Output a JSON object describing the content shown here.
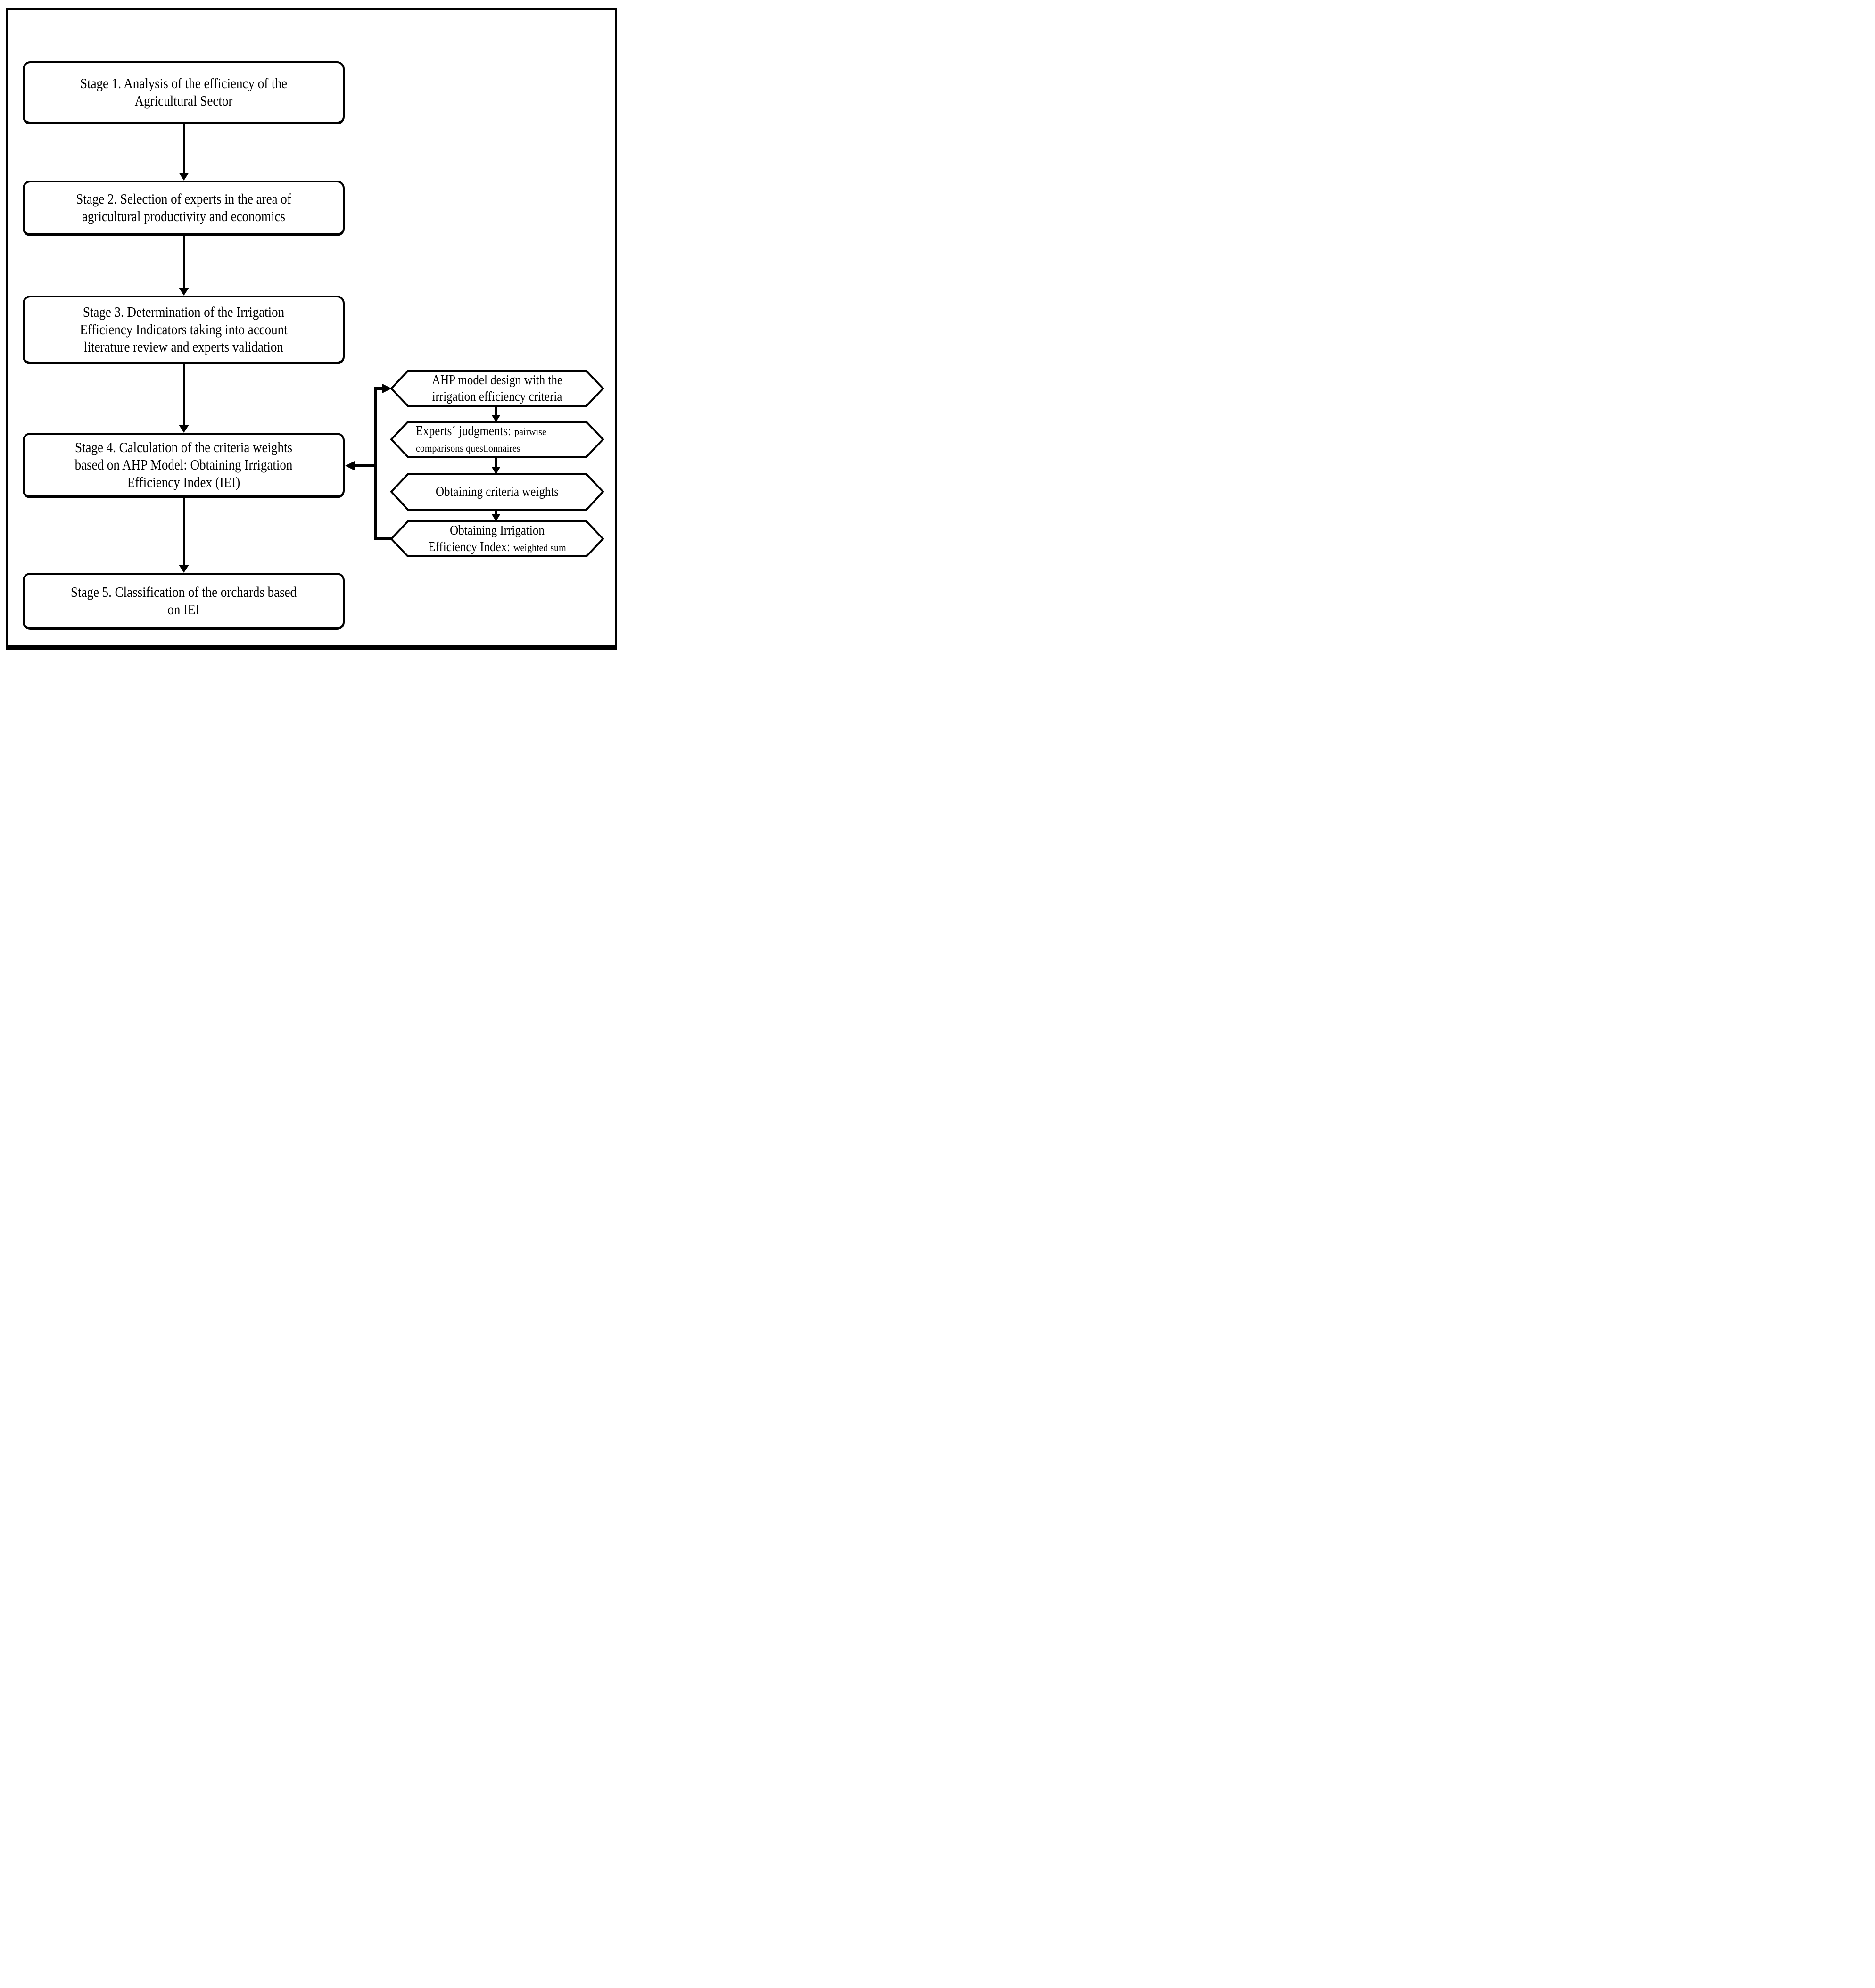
{
  "colors": {
    "ink": "#000000",
    "paper": "#ffffff"
  },
  "stages": {
    "stage1": {
      "line1": "Stage 1. Analysis of the efficiency of the",
      "line2": "Agricultural Sector"
    },
    "stage2": {
      "line1": "Stage 2. Selection of experts in the area of",
      "line2": "agricultural productivity and economics"
    },
    "stage3": {
      "line1": "Stage 3. Determination of the Irrigation",
      "line2": "Efficiency Indicators taking into account",
      "line3": "literature review and experts validation"
    },
    "stage4": {
      "line1": "Stage 4. Calculation of the criteria weights",
      "line2": "based on AHP Model: Obtaining Irrigation",
      "line3": "Efficiency Index (IEI)"
    },
    "stage5": {
      "line1": "Stage 5. Classification of the orchards based",
      "line2": "on IEI"
    }
  },
  "ahp_steps": {
    "step1": {
      "line1": "AHP model design with the",
      "line2": "irrigation efficiency criteria"
    },
    "step2": {
      "line1_main": "Experts´ judgments:",
      "line1_small": "pairwise",
      "line2_small": "comparisons questionnaires"
    },
    "step3": {
      "line1": "Obtaining criteria weights"
    },
    "step4": {
      "line1": "Obtaining Irrigation",
      "line2_main": "Efficiency Index:",
      "line2_small": "weighted sum"
    }
  }
}
